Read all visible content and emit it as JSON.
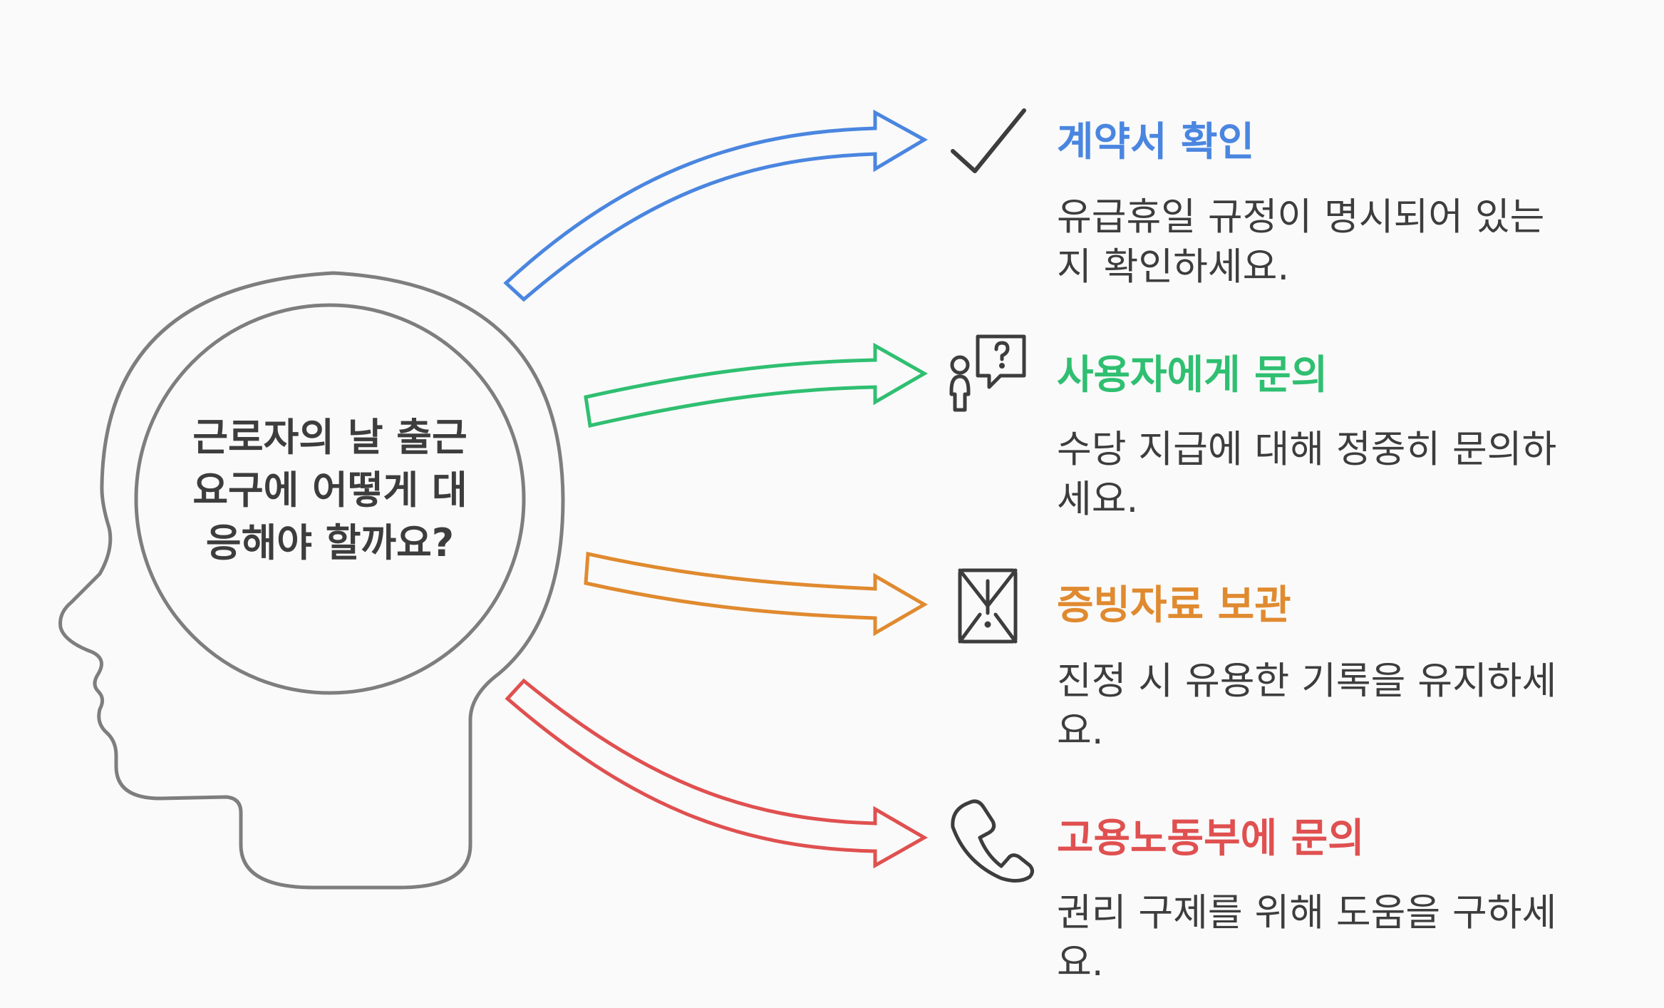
{
  "central_question": {
    "lines": [
      "근로자의 날 출근",
      "요구에 어떻게 대",
      "응해야 할까요?"
    ]
  },
  "branches": [
    {
      "title": "계약서 확인",
      "desc_lines": [
        "유급휴일 규정이 명시되어 있는",
        "지 확인하세요."
      ],
      "color": "#4a86e0",
      "icon": "checkmark-icon"
    },
    {
      "title": "사용자에게 문의",
      "desc_lines": [
        "수당 지급에 대해 정중히 문의하",
        "세요."
      ],
      "color": "#2fbf71",
      "icon": "person-question-icon"
    },
    {
      "title": "증빙자료 보관",
      "desc_lines": [
        "진정 시 유용한 기록을 유지하세",
        "요."
      ],
      "color": "#e08a2f",
      "icon": "document-envelope-icon"
    },
    {
      "title": "고용노동부에 문의",
      "desc_lines": [
        "권리 구제를 위해 도움을 구하세",
        "요."
      ],
      "color": "#e05050",
      "icon": "phone-icon"
    }
  ]
}
